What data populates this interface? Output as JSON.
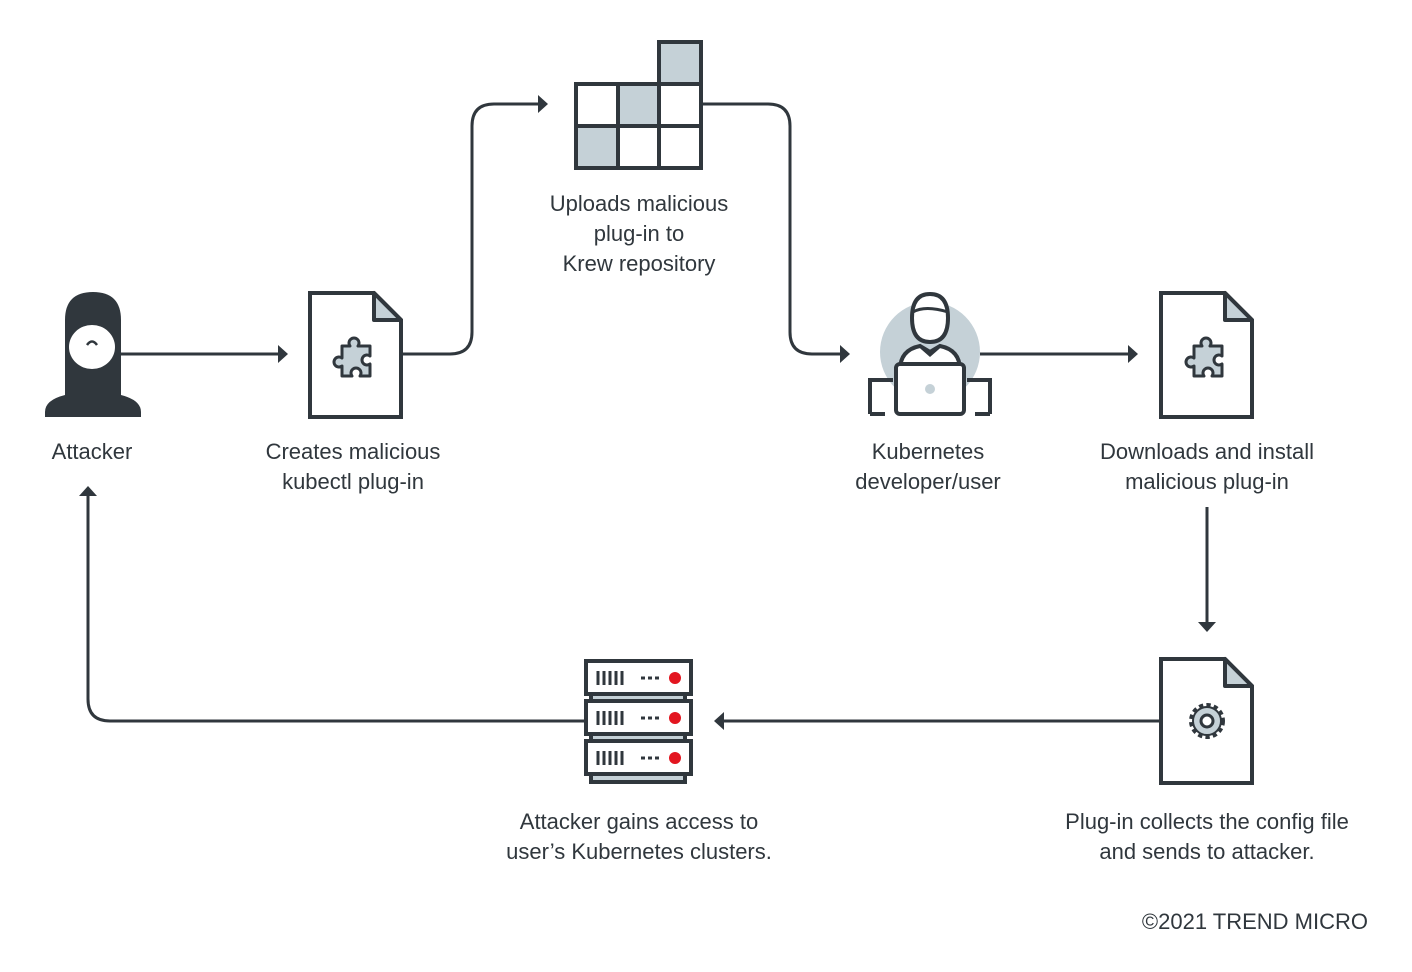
{
  "colors": {
    "ink": "#30373d",
    "accent_light": "#c5d1d7",
    "alert_red": "#e3151f"
  },
  "nodes": {
    "attacker": {
      "icon": "hooded-attacker-icon",
      "lines": [
        "Attacker"
      ]
    },
    "create": {
      "icon": "puzzle-document-icon",
      "lines": [
        "Creates malicious",
        "kubectl plug-in"
      ]
    },
    "upload": {
      "icon": "krew-repository-grid-icon",
      "lines": [
        "Uploads malicious",
        "plug-in to",
        "Krew repository"
      ]
    },
    "developer": {
      "icon": "developer-laptop-icon",
      "lines": [
        "Kubernetes",
        "developer/user"
      ]
    },
    "install": {
      "icon": "puzzle-document-icon",
      "lines": [
        "Downloads and install",
        "malicious plug-in"
      ]
    },
    "collect": {
      "icon": "gear-document-icon",
      "lines": [
        "Plug-in collects the config file",
        "and sends to attacker."
      ]
    },
    "access": {
      "icon": "server-rack-icon",
      "lines": [
        "Attacker gains access to",
        "user’s Kubernetes clusters."
      ]
    }
  },
  "copyright": "©2021 TREND MICRO"
}
